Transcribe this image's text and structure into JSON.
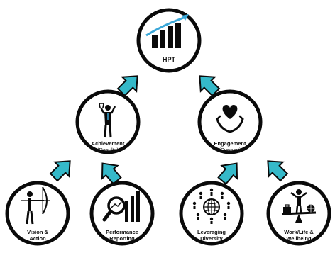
{
  "colors": {
    "arrow": "#35b9c9",
    "arrow_stroke": "#0a0a0a",
    "circle_stroke": "#0a0a0a",
    "accent": "#3aa7d8"
  },
  "top": {
    "label": "HPT",
    "icon": "rising-bar-chart-icon"
  },
  "middle": [
    {
      "id": "achievement",
      "label": "Achievement",
      "sub": "(Results)",
      "icon": "trophy-person-icon"
    },
    {
      "id": "engagement",
      "label": "Engagement",
      "sub": "(Support)",
      "icon": "heart-in-hands-icon"
    }
  ],
  "bottom": [
    {
      "id": "vision",
      "line1": "Vision &",
      "line2": "Action",
      "icon": "archer-icon"
    },
    {
      "id": "performance",
      "line1": "Performance",
      "line2": "Reporting",
      "icon": "magnifier-chart-icon"
    },
    {
      "id": "diversity",
      "line1": "Leveraging",
      "line2": "Diversity",
      "icon": "people-around-globe-icon"
    },
    {
      "id": "wellbeing",
      "line1": "Work/Life &",
      "line2": "Wellbeing",
      "icon": "balance-person-icon"
    }
  ]
}
